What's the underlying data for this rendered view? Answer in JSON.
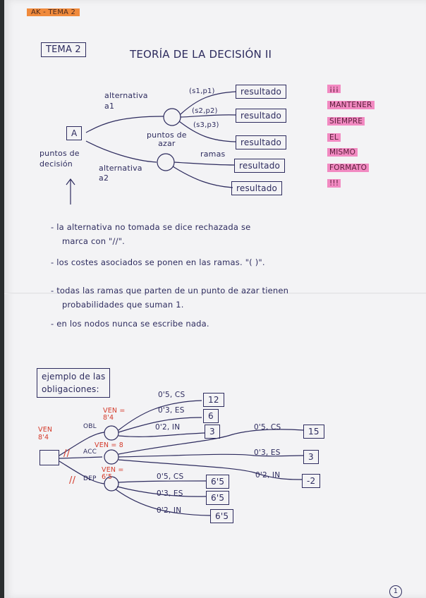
{
  "header_tag": "AK - TEMA 2",
  "title_box": "TEMA 2",
  "title": "TEORÍA DE LA DECISIÓN II",
  "diagram1": {
    "node_a": "A",
    "label_puntos_decision": [
      "puntos de",
      "decisión"
    ],
    "alt1": [
      "alternativa",
      "a1"
    ],
    "alt2": [
      "alternativa",
      "a2"
    ],
    "puntos_azar": [
      "puntos de",
      "azar"
    ],
    "ramas": "ramas",
    "branch_labels": [
      "(s1,p1)",
      "(s2,p2)",
      "(s3,p3)"
    ],
    "resultados": [
      "resultado",
      "resultado",
      "resultado",
      "resultado",
      "resultado"
    ]
  },
  "reminder": [
    "¡¡¡",
    "MANTENER",
    "SIEMPRE",
    "EL",
    "MISMO",
    "FORMATO",
    "!!!"
  ],
  "notes": [
    [
      "- la alternativa no tomada se dice rechazada se",
      "marca con \"//\"."
    ],
    [
      "- los costes asociados se ponen en las ramas. \"( )\"."
    ],
    [
      "- todas las ramas que parten de un punto de azar tienen",
      "probabilidades que suman 1."
    ],
    [
      "- en los nodos nunca se escribe nada."
    ]
  ],
  "example": {
    "title": [
      "ejemplo de las",
      "obligaciones:"
    ],
    "root_ven": [
      "VEN",
      "8'4"
    ],
    "obl": {
      "label": "OBL",
      "ven": [
        "VEN =",
        "8'4"
      ],
      "branches": [
        {
          "label": "0'5, CS",
          "value": "12"
        },
        {
          "label": "0'3, ES",
          "value": "6"
        },
        {
          "label": "0'2, IN",
          "value": "3"
        }
      ]
    },
    "acc": {
      "label": "ACC",
      "ven": "VEN = 8",
      "branches": [
        {
          "label": "0'5, CS",
          "value": "15"
        },
        {
          "label": "0'3, ES",
          "value": "3"
        },
        {
          "label": "0'2, IN",
          "value": "-2"
        }
      ]
    },
    "dep": {
      "label": "DEP",
      "ven": [
        "VEN =",
        "6'5"
      ],
      "branches": [
        {
          "label": "0'5, CS",
          "value": "6'5"
        },
        {
          "label": "0'3, ES",
          "value": "6'5"
        },
        {
          "label": "0'2, IN",
          "value": "6'5"
        }
      ]
    },
    "reject_marks": [
      "//",
      "//"
    ]
  },
  "page_number": "1"
}
